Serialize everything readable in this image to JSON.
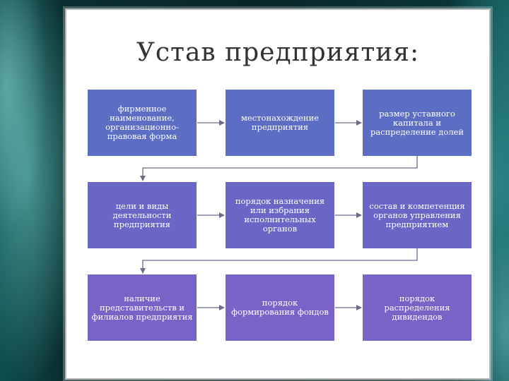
{
  "title": "Устав предприятия:",
  "colors": {
    "box_row1": "#5b6ec4",
    "box_row2": "#6a66c6",
    "box_row3": "#7a63c6",
    "connector": "#6b6b8a"
  },
  "boxes": [
    {
      "label": "фирменное наименование, организационно-правовая форма"
    },
    {
      "label": "местонахождение предприятия"
    },
    {
      "label": "размер уставного капитала и распределение долей"
    },
    {
      "label": "цели и виды деятельности предприятия"
    },
    {
      "label": "порядок назначения или избрания исполнительных органов"
    },
    {
      "label": "состав и компетенция органов управления предприятием"
    },
    {
      "label": "наличие представительств и филиалов предприятия"
    },
    {
      "label": "порядок формирования фондов"
    },
    {
      "label": "порядок распределения дивидендов"
    }
  ]
}
